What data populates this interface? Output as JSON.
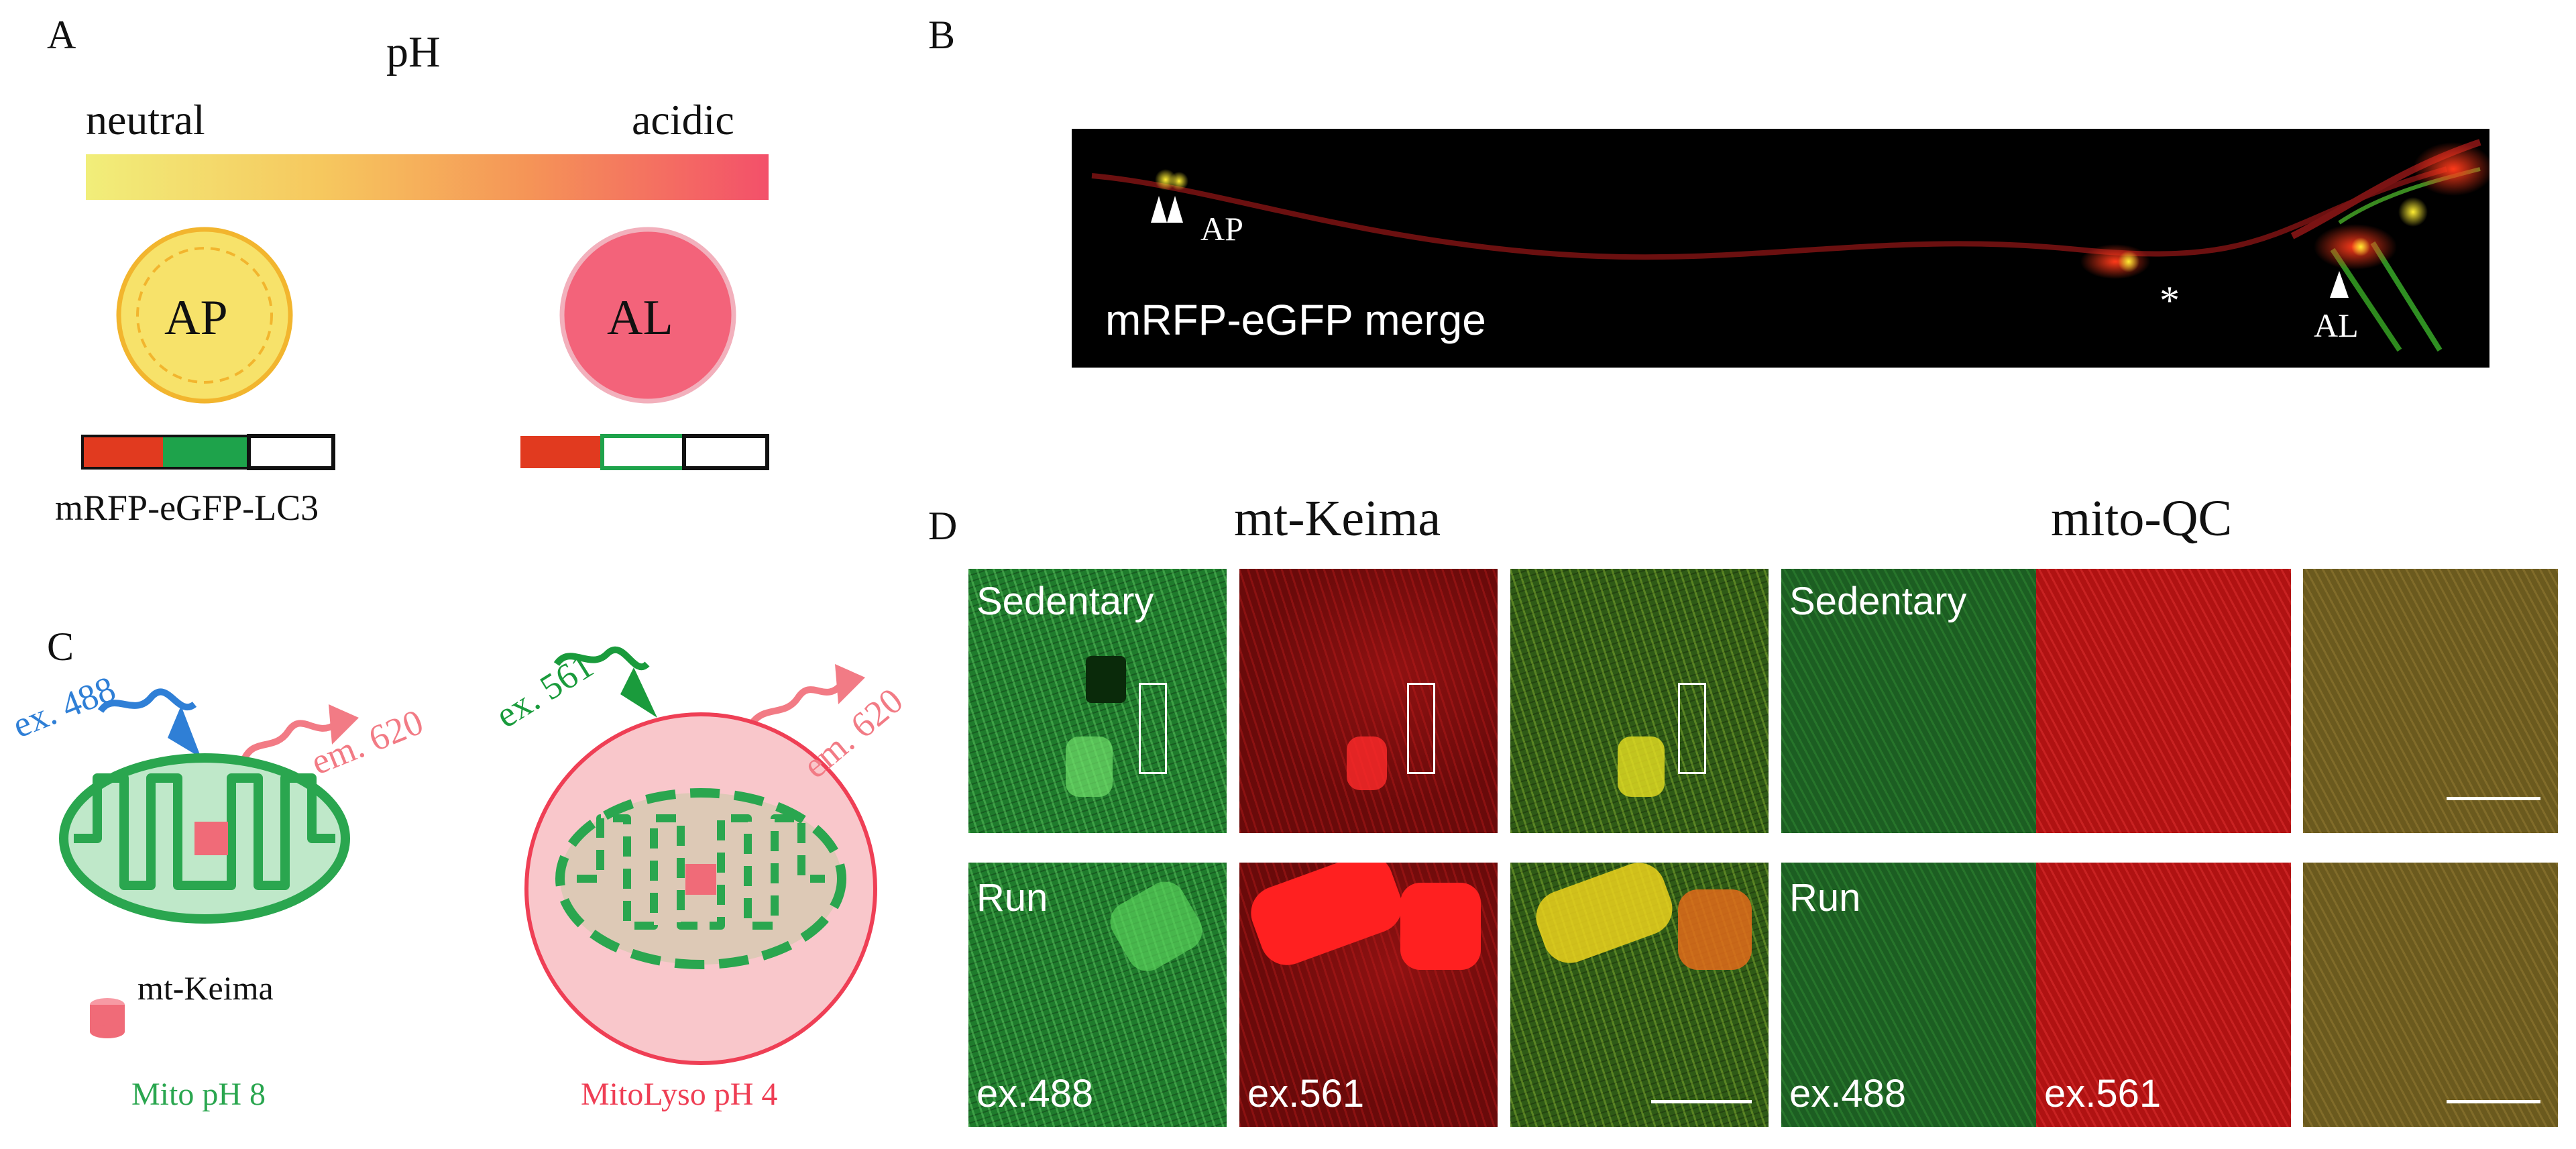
{
  "panels": {
    "a": {
      "letter": "A",
      "ph_title": "pH",
      "neutral": "neutral",
      "acidic": "acidic",
      "ap": "AP",
      "al": "AL",
      "construct": "mRFP-eGFP-LC3"
    },
    "b": {
      "letter": "B",
      "ap": "AP",
      "star": "*",
      "al": "AL",
      "merge": "mRFP-eGFP merge"
    },
    "c": {
      "letter": "C",
      "ex488": "ex. 488",
      "em620_left": "em. 620",
      "ex561": "ex. 561",
      "em620_right": "em. 620",
      "legend": "mt-Keima",
      "mito": "Mito pH 8",
      "mitolyso": "MitoLyso pH 4"
    },
    "d": {
      "letter": "D",
      "mtkeima": "mt-Keima",
      "mitoqc": "mito-QC",
      "sedentary_1": "Sedentary",
      "sedentary_2": "Sedentary",
      "run_1": "Run",
      "run_2": "Run",
      "ex488_1": "ex.488",
      "ex561_1": "ex.561",
      "ex488_2": "ex.488",
      "ex561_2": "ex.561"
    }
  },
  "colors": {
    "gradient_neutral": "#f1ee7a",
    "gradient_acidic": "#f3506a",
    "ap_fill": "#f7e26a",
    "al_fill": "#f3637a",
    "mrfp": "#e13a1f",
    "egfp": "#1ea34b",
    "mito_green": "#2aa64f",
    "lyso_red": "#ef3f55",
    "ex488_blue": "#2f7fd6",
    "em620_pink": "#f27b85"
  }
}
